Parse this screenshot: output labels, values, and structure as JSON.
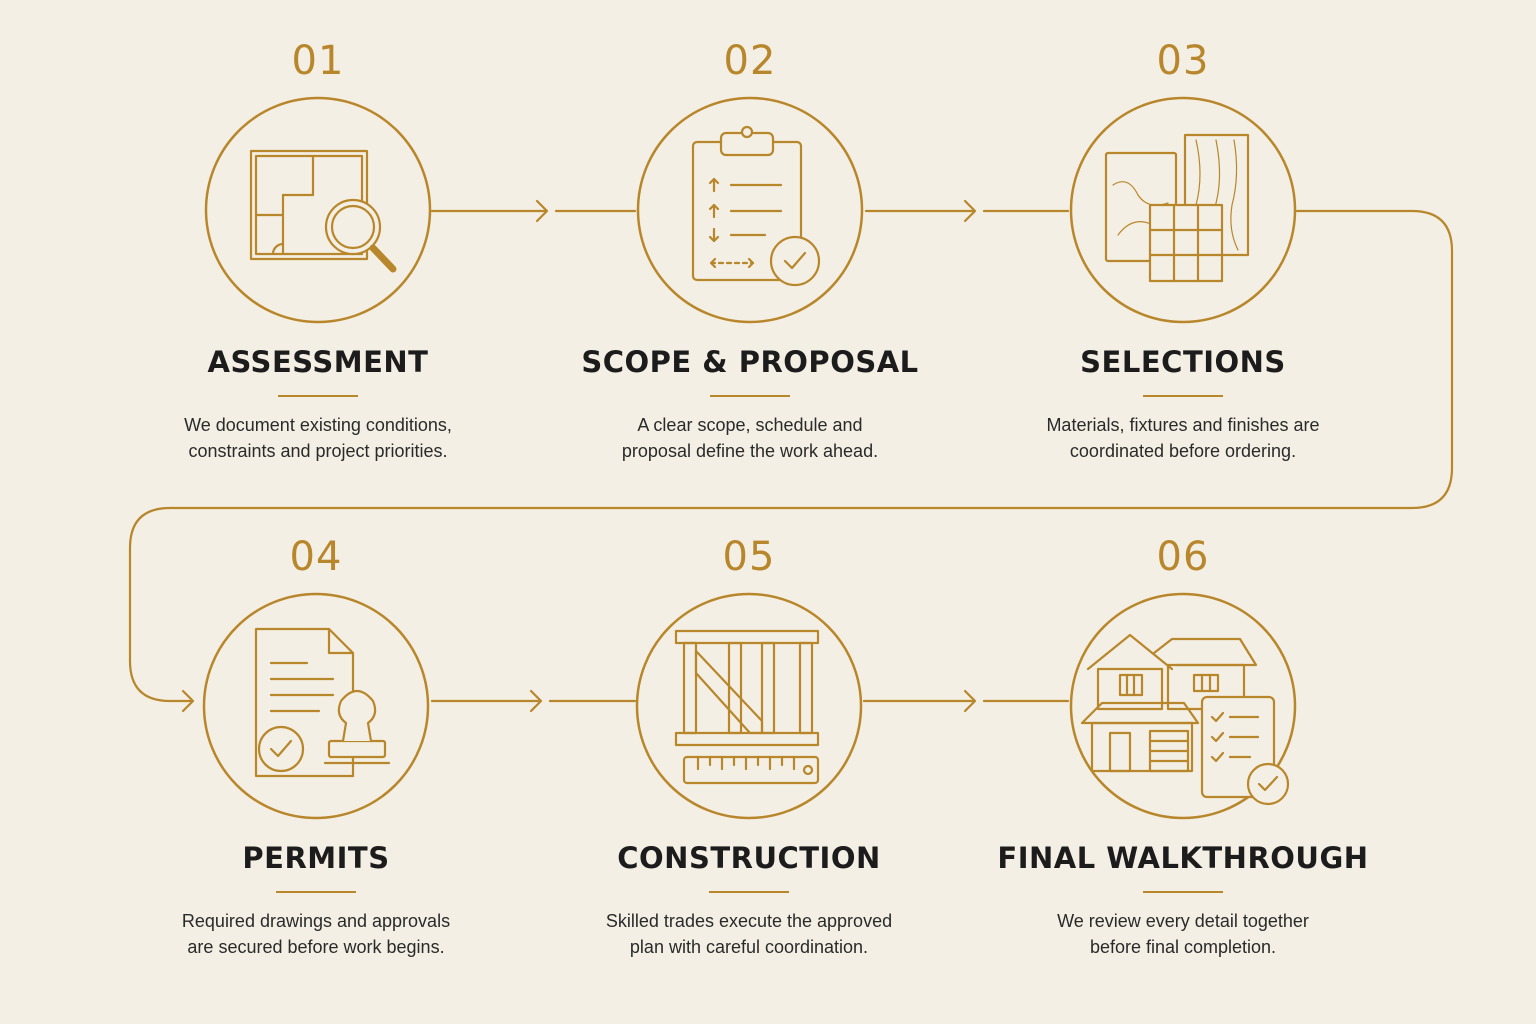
{
  "colors": {
    "accent": "#b8862b",
    "background": "#f4efe4",
    "text": "#1c1c1c"
  },
  "steps": [
    {
      "number": "01",
      "title": "ASSESSMENT",
      "line1": "We document existing conditions,",
      "line2": "constraints and project priorities.",
      "icon": "floorplan-magnifier-icon"
    },
    {
      "number": "02",
      "title": "SCOPE & PROPOSAL",
      "line1": "A clear scope, schedule and",
      "line2": "proposal define the work ahead.",
      "icon": "clipboard-check-icon"
    },
    {
      "number": "03",
      "title": "SELECTIONS",
      "line1": "Materials, fixtures and finishes are",
      "line2": "coordinated before ordering.",
      "icon": "material-samples-icon"
    },
    {
      "number": "04",
      "title": "PERMITS",
      "line1": "Required drawings and approvals",
      "line2": "are secured before work begins.",
      "icon": "document-stamp-icon"
    },
    {
      "number": "05",
      "title": "CONSTRUCTION",
      "line1": "Skilled trades execute the approved",
      "line2": "plan with careful coordination.",
      "icon": "framing-ruler-icon"
    },
    {
      "number": "06",
      "title": "FINAL WALKTHROUGH",
      "line1": "We review every detail together",
      "line2": "before final completion.",
      "icon": "house-checklist-icon"
    }
  ]
}
